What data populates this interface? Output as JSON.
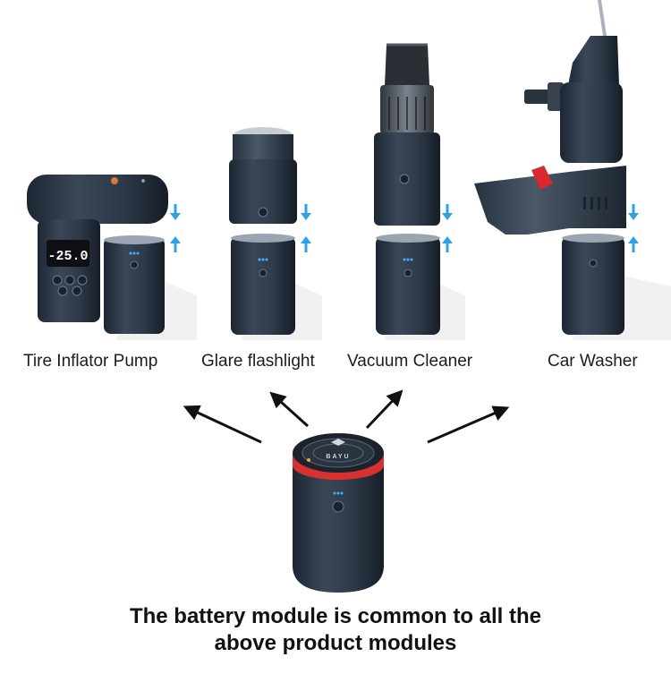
{
  "products": [
    {
      "label": "Tire Inflator Pump",
      "display": "-25.0"
    },
    {
      "label": "Glare flashlight"
    },
    {
      "label": "Vacuum Cleaner"
    },
    {
      "label": "Car Washer"
    }
  ],
  "battery": {
    "brand": "BAYU"
  },
  "caption": {
    "line1": "The battery module is common to all the",
    "line2": "above product modules"
  },
  "colors": {
    "body": "#2e3a48",
    "arrow_blue": "#2ba3e6",
    "accent_red": "#e03a3a",
    "trigger_red": "#d9292e"
  }
}
